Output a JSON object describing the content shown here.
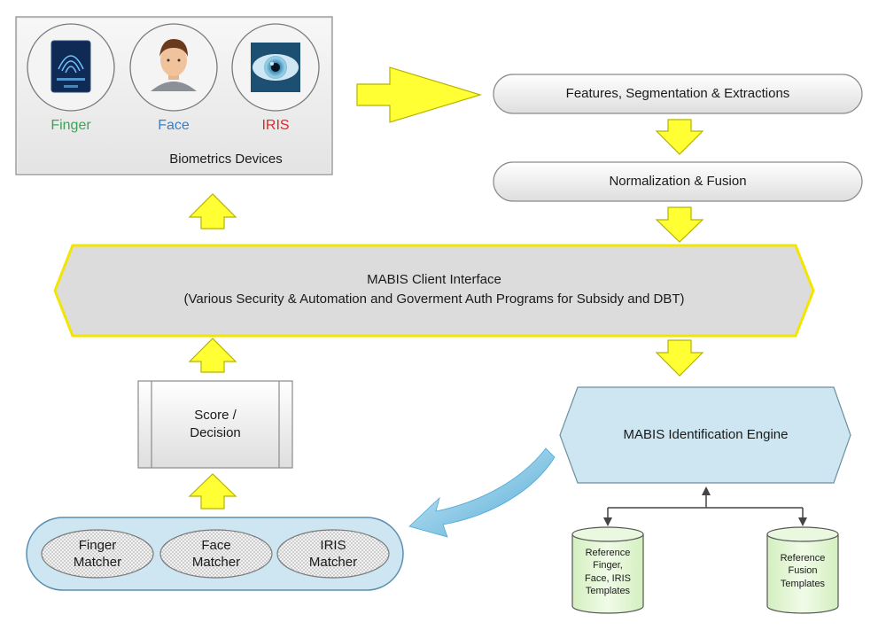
{
  "devices": {
    "finger_label": "Finger",
    "face_label": "Face",
    "iris_label": "IRIS",
    "group_label": "Biometrics Devices",
    "colors": {
      "finger": "#3aa556",
      "face": "#3a7fc4",
      "iris": "#e0262a"
    }
  },
  "pipeline": {
    "step1": "Features, Segmentation & Extractions",
    "step2": "Normalization & Fusion"
  },
  "client": {
    "title": "MABIS Client Interface",
    "subtitle": "(Various Security & Automation and Goverment Auth Programs for Subsidy and DBT)"
  },
  "engine": {
    "label": "MABIS Identification Engine"
  },
  "score": {
    "line1": "Score /",
    "line2": "Decision"
  },
  "matchers": [
    {
      "line1": "Finger",
      "line2": "Matcher"
    },
    {
      "line1": "Face",
      "line2": "Matcher"
    },
    {
      "line1": "IRIS",
      "line2": "Matcher"
    }
  ],
  "databases": [
    {
      "lines": [
        "Reference",
        "Finger,",
        "Face, IRIS",
        "Templates"
      ]
    },
    {
      "lines": [
        "Reference",
        "Fusion",
        "Templates"
      ]
    }
  ],
  "accent": {
    "arrow_yellow": "#ffff33",
    "arrow_outline": "#b8b300",
    "panel_blue": "#cde6f2",
    "db_green": "#e6f7d6"
  }
}
